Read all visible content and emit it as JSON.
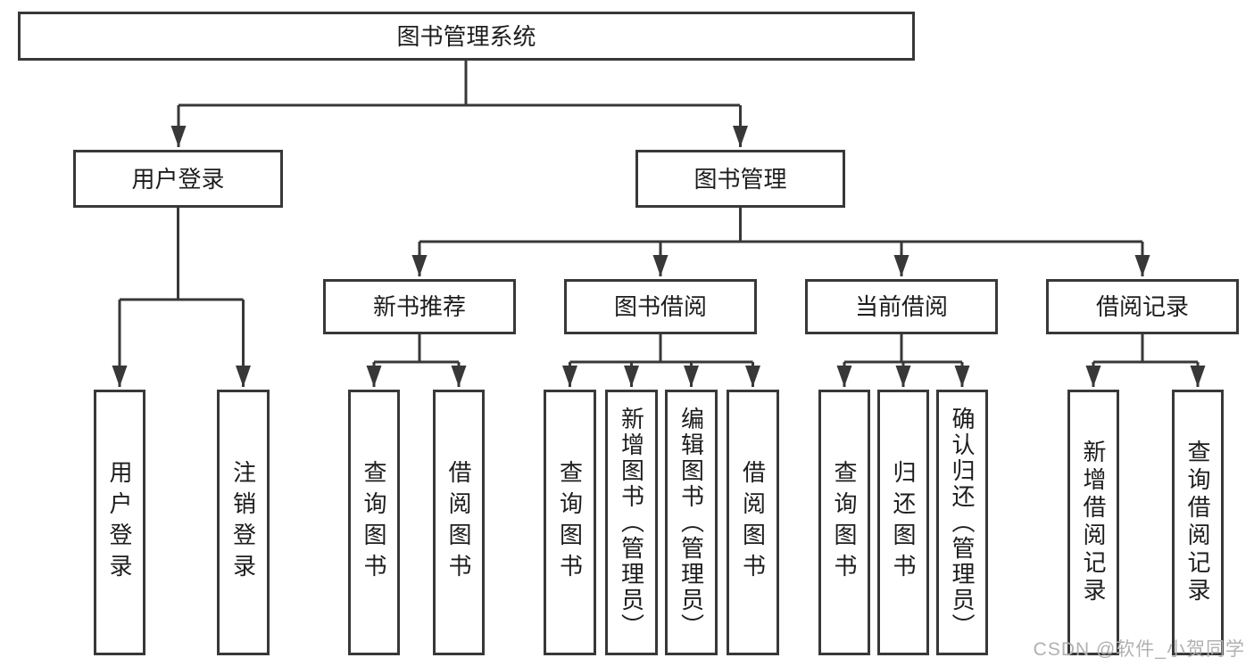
{
  "nodes": {
    "root": {
      "label": "图书管理系统"
    },
    "level2": [
      {
        "label": "用户登录"
      },
      {
        "label": "图书管理"
      }
    ],
    "level3": [
      {
        "label": "新书推荐"
      },
      {
        "label": "图书借阅"
      },
      {
        "label": "当前借阅"
      },
      {
        "label": "借阅记录"
      }
    ],
    "level4": {
      "user_login": [
        {
          "label": "用户登录"
        },
        {
          "label": "注销登录"
        }
      ],
      "new_book_recommend": [
        {
          "label": "查询图书"
        },
        {
          "label": "借阅图书"
        }
      ],
      "book_borrow": [
        {
          "label": "查询图书"
        },
        {
          "label": "新增图书（管理员）"
        },
        {
          "label": "编辑图书（管理员）"
        },
        {
          "label": "借阅图书"
        }
      ],
      "current_borrow": [
        {
          "label": "查询图书"
        },
        {
          "label": "归还图书"
        },
        {
          "label": "确认归还（管理员）"
        }
      ],
      "borrow_records": [
        {
          "label": "新增借阅记录"
        },
        {
          "label": "查询借阅记录"
        }
      ]
    }
  },
  "watermark": {
    "text": "CSDN @软件_小贺同学"
  },
  "colors": {
    "line": "#383838",
    "text": "#1d1d1d",
    "background": "#ffffff",
    "watermark": "#b1b1b1"
  }
}
